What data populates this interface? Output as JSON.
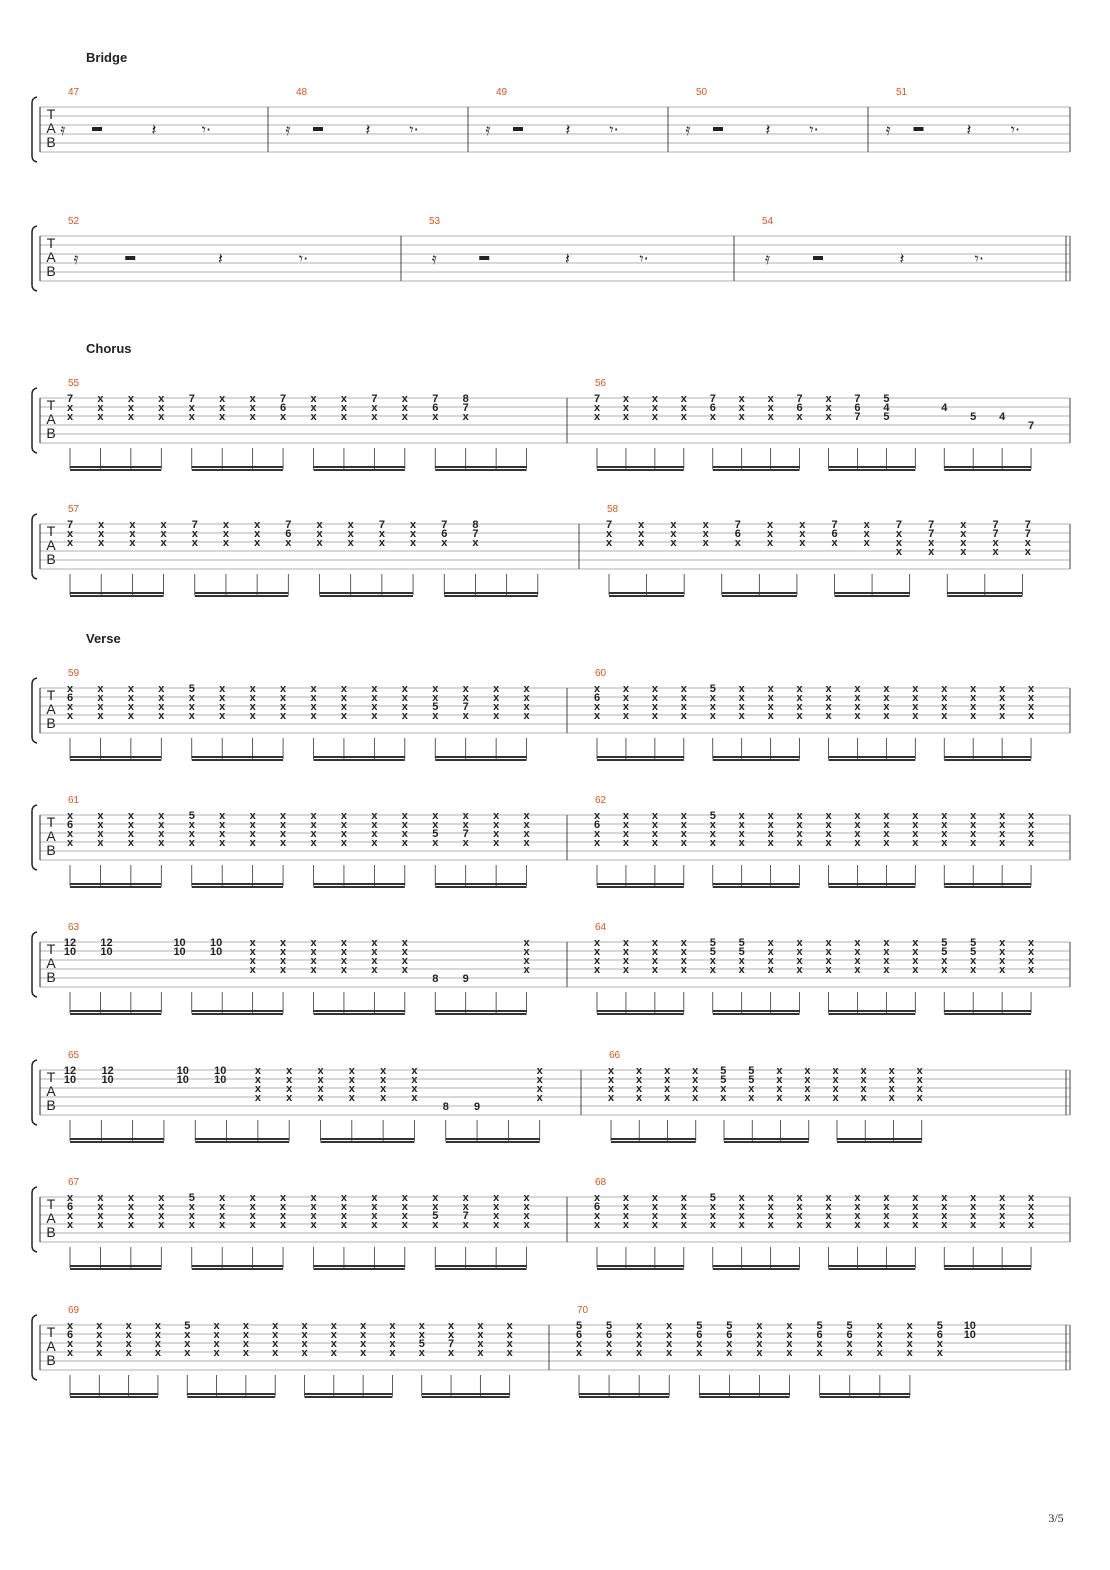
{
  "document": {
    "page_number": "3/5",
    "tab_letters": [
      "T",
      "A",
      "B"
    ],
    "sections": [
      {
        "label": "Bridge",
        "row": 0
      },
      {
        "label": "Chorus",
        "row": 2
      },
      {
        "label": "Verse",
        "row": 4
      }
    ],
    "rows": [
      {
        "measures": [
          {
            "num": "47",
            "kind": "rest"
          },
          {
            "num": "48",
            "kind": "rest"
          },
          {
            "num": "49",
            "kind": "rest"
          },
          {
            "num": "50",
            "kind": "rest"
          },
          {
            "num": "51",
            "kind": "rest"
          }
        ]
      },
      {
        "measures": [
          {
            "num": "52",
            "kind": "rest"
          },
          {
            "num": "53",
            "kind": "rest"
          },
          {
            "num": "54",
            "kind": "rest",
            "end": "double"
          }
        ]
      },
      {
        "measures": [
          {
            "num": "55",
            "kind": "notes",
            "cols": [
              [
                "7",
                "x",
                "x"
              ],
              [
                "x",
                "x",
                "x"
              ],
              [
                "x",
                "x",
                "x"
              ],
              [
                "x",
                "x",
                "x"
              ],
              [
                "7",
                "x",
                "x"
              ],
              [
                "x",
                "x",
                "x"
              ],
              [
                "x",
                "x",
                "x"
              ],
              [
                "7",
                "6",
                "x"
              ],
              [
                "x",
                "x",
                "x"
              ],
              [
                "x",
                "x",
                "x"
              ],
              [
                "7",
                "x",
                "x"
              ],
              [
                "x",
                "x",
                "x"
              ],
              [
                "7",
                "6",
                "x"
              ],
              [
                "8",
                "7",
                "x"
              ],
              [
                "",
                "",
                ""
              ],
              [
                "",
                "",
                ""
              ]
            ]
          },
          {
            "num": "56",
            "kind": "notes",
            "cols": [
              [
                "7",
                "x",
                "x"
              ],
              [
                "x",
                "x",
                "x"
              ],
              [
                "x",
                "x",
                "x"
              ],
              [
                "x",
                "x",
                "x"
              ],
              [
                "7",
                "6",
                "x"
              ],
              [
                "x",
                "x",
                "x"
              ],
              [
                "x",
                "x",
                "x"
              ],
              [
                "7",
                "6",
                "x"
              ],
              [
                "x",
                "x",
                "x"
              ],
              [
                "7",
                "6",
                "7"
              ],
              [
                "5",
                "4",
                "5"
              ],
              [
                "",
                "",
                ""
              ],
              [
                "",
                "4",
                "",
                ""
              ],
              [
                "",
                "",
                "5"
              ],
              [
                "",
                "",
                "4"
              ],
              [
                "",
                "",
                "",
                "7"
              ]
            ]
          }
        ]
      },
      {
        "measures": [
          {
            "num": "57",
            "kind": "notes",
            "cols": [
              [
                "7",
                "x",
                "x"
              ],
              [
                "x",
                "x",
                "x"
              ],
              [
                "x",
                "x",
                "x"
              ],
              [
                "x",
                "x",
                "x"
              ],
              [
                "7",
                "x",
                "x"
              ],
              [
                "x",
                "x",
                "x"
              ],
              [
                "x",
                "x",
                "x"
              ],
              [
                "7",
                "6",
                "x"
              ],
              [
                "x",
                "x",
                "x"
              ],
              [
                "x",
                "x",
                "x"
              ],
              [
                "7",
                "x",
                "x"
              ],
              [
                "x",
                "x",
                "x"
              ],
              [
                "7",
                "6",
                "x"
              ],
              [
                "8",
                "7",
                "x"
              ],
              [
                "",
                "",
                ""
              ],
              [
                "",
                "",
                ""
              ]
            ]
          },
          {
            "num": "58",
            "kind": "notes",
            "cols": [
              [
                "7",
                "x",
                "x"
              ],
              [
                "x",
                "x",
                "x"
              ],
              [
                "x",
                "x",
                "x"
              ],
              [
                "x",
                "x",
                "x"
              ],
              [
                "7",
                "6",
                "x"
              ],
              [
                "x",
                "x",
                "x"
              ],
              [
                "x",
                "x",
                "x"
              ],
              [
                "7",
                "6",
                "x"
              ],
              [
                "x",
                "x",
                "x"
              ],
              [
                "7",
                "x",
                "x",
                "x"
              ],
              [
                "7",
                "7",
                "x",
                "x"
              ],
              [
                "x",
                "x",
                "x",
                "x"
              ],
              [
                "7",
                "7",
                "x",
                "x"
              ],
              [
                "7",
                "7",
                "x",
                "x"
              ]
            ]
          }
        ]
      },
      {
        "measures": [
          {
            "num": "59",
            "kind": "notes"
          },
          {
            "num": "60",
            "kind": "notes"
          }
        ]
      },
      {
        "measures": [
          {
            "num": "61",
            "kind": "notes"
          },
          {
            "num": "62",
            "kind": "notes"
          }
        ]
      },
      {
        "measures": [
          {
            "num": "63",
            "kind": "notes"
          },
          {
            "num": "64",
            "kind": "notes"
          }
        ]
      },
      {
        "measures": [
          {
            "num": "65",
            "kind": "notes"
          },
          {
            "num": "66",
            "kind": "notes",
            "end": "double"
          }
        ]
      },
      {
        "measures": [
          {
            "num": "67",
            "kind": "notes"
          },
          {
            "num": "68",
            "kind": "notes"
          }
        ]
      },
      {
        "measures": [
          {
            "num": "69",
            "kind": "notes"
          },
          {
            "num": "70",
            "kind": "notes",
            "end": "double"
          }
        ]
      }
    ]
  }
}
